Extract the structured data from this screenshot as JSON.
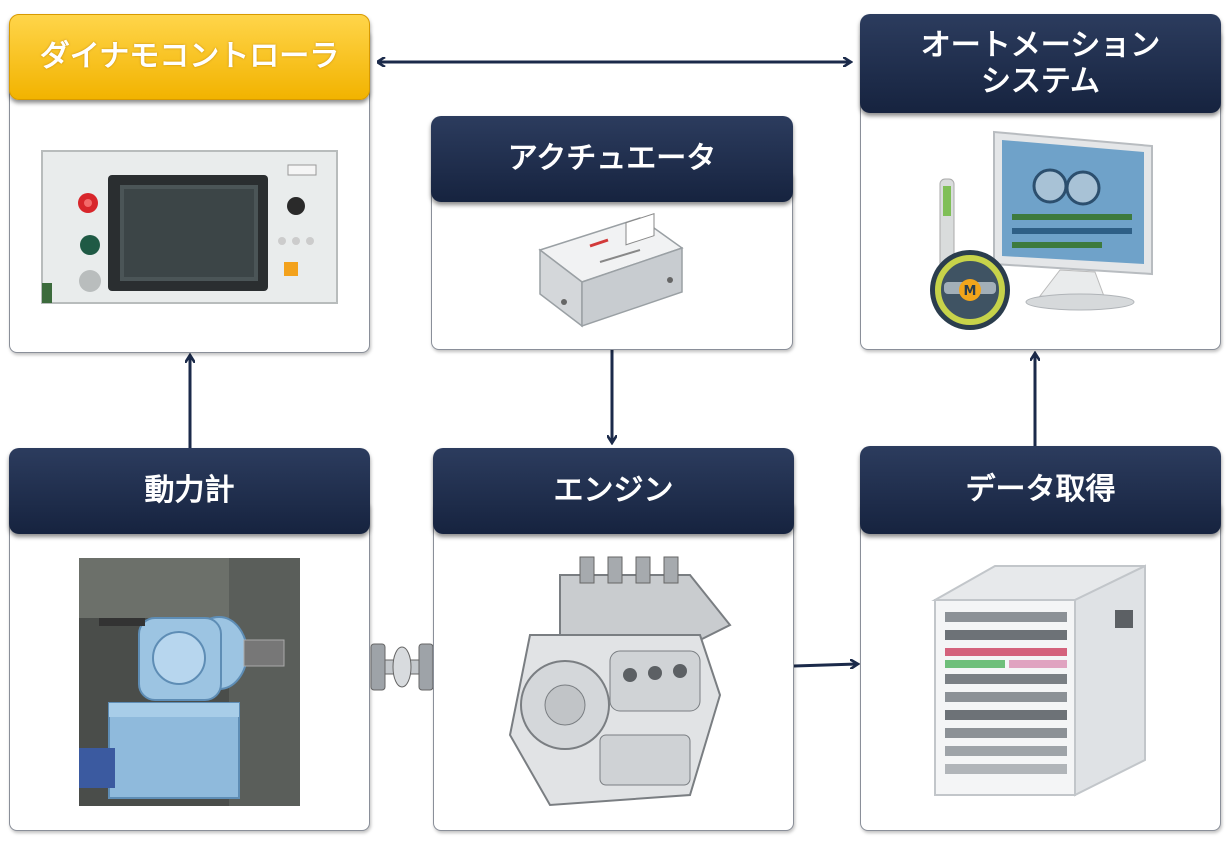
{
  "nodes": {
    "dyno_controller": {
      "label": "ダイナモコントローラ"
    },
    "automation": {
      "line1": "オートメーション",
      "line2": "システム"
    },
    "actuator": {
      "label": "アクチュエータ"
    },
    "dynamometer": {
      "label": "動力計"
    },
    "engine": {
      "label": "エンジン"
    },
    "data_acquisition": {
      "label": "データ取得"
    }
  },
  "illustrations": {
    "dyno_controller": "control-panel-photo",
    "automation": "computer-monitor-with-steering-wheel",
    "actuator": "actuator-box",
    "dynamometer": "dynamometer-photo",
    "engine": "engine-block",
    "data_acquisition": "data-acquisition-rack",
    "coupling": "shaft-coupling"
  },
  "colors": {
    "header_navy": "#1b2a4a",
    "header_yellow": "#f5bd12",
    "arrow": "#1b2a4a"
  }
}
